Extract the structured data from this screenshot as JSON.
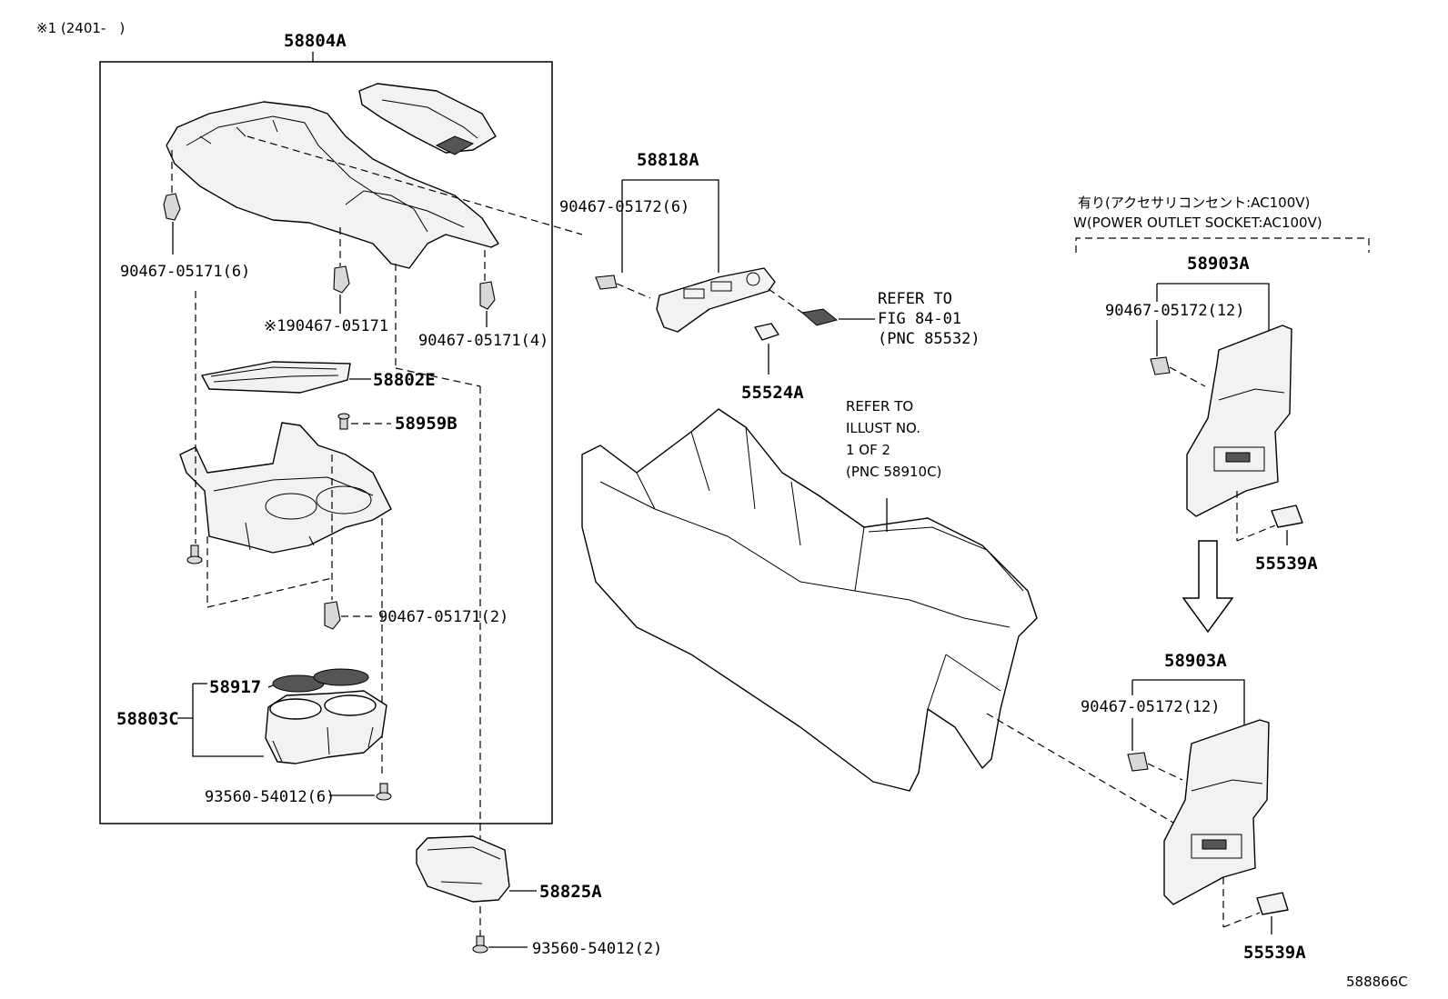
{
  "header_note": "※1 (2401-　)",
  "footer_code": "588866C",
  "parts": {
    "p58804A": "58804A",
    "p58818A": "58818A",
    "p58802E": "58802E",
    "p58959B": "58959B",
    "p58917": "58917",
    "p58803C": "58803C",
    "p58825A": "58825A",
    "p55524A": "55524A",
    "p58903A_top": "58903A",
    "p58903A_bottom": "58903A",
    "p55539A_top": "55539A",
    "p55539A_bottom": "55539A"
  },
  "fasteners": {
    "clip_6": "90467-05171(6)",
    "clip_note1": "※190467-05171",
    "clip_4": "90467-05171(4)",
    "clip_2": "90467-05171(2)",
    "screw_6": "93560-54012(6)",
    "screw_2": "93560-54012(2)",
    "clip_05172_6": "90467-05172(6)",
    "clip_05172_12_top": "90467-05172(12)",
    "clip_05172_12_bottom": "90467-05172(12)"
  },
  "refer_fig": {
    "line1": "REFER TO",
    "line2": "FIG 84-01",
    "line3": "(PNC 85532)"
  },
  "refer_illust": {
    "line1": "REFER TO",
    "line2": "ILLUST NO.",
    "line3": "1 OF 2",
    "line4": "(PNC 58910C)"
  },
  "option_group": {
    "jp": "有り(アクセサリコンセント:AC100V)",
    "en": "W(POWER OUTLET SOCKET:AC100V)"
  }
}
